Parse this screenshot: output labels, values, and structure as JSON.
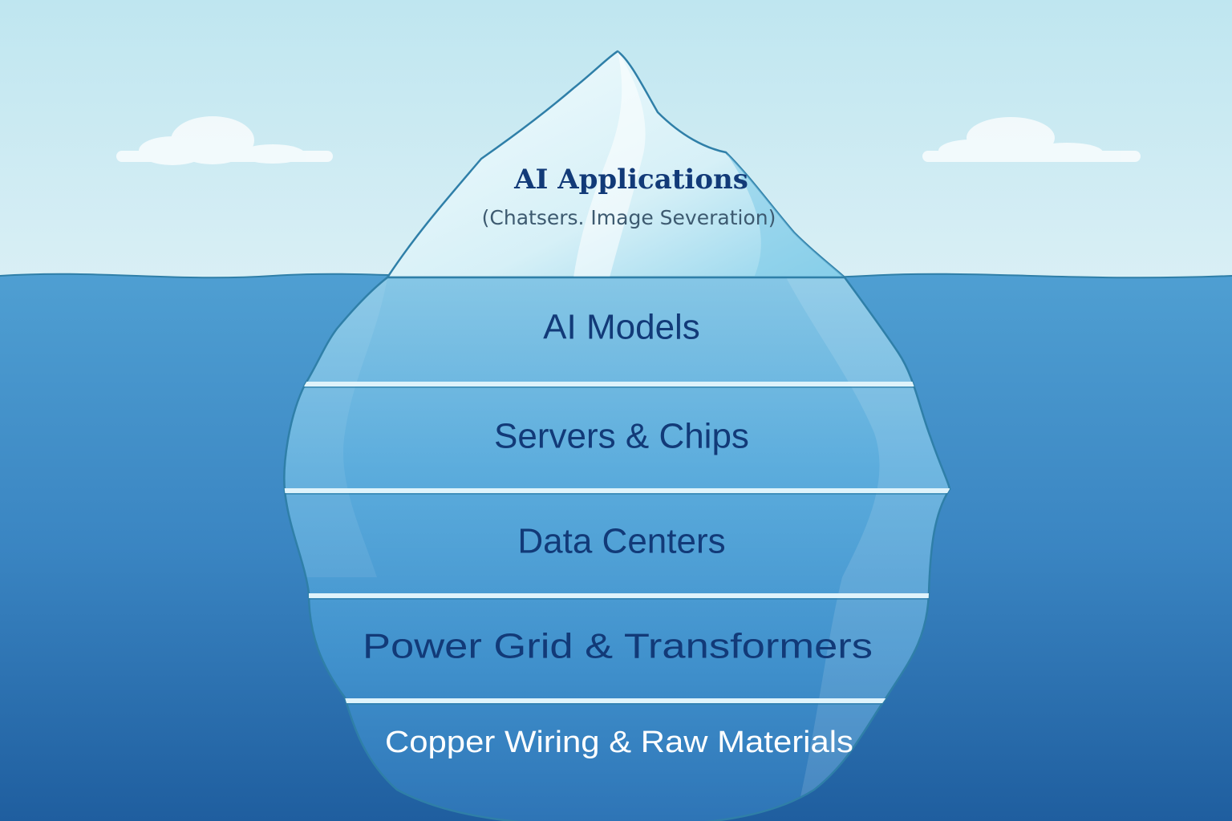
{
  "diagram": {
    "peak": {
      "title": "AI Applications",
      "subtitle": "(Chatsers. Image Severation)"
    },
    "layers": [
      {
        "label": "AI Models"
      },
      {
        "label": "Servers & Chips"
      },
      {
        "label": "Data Centers"
      },
      {
        "label": "Power Grid & Transformers"
      },
      {
        "label": "Copper Wiring & Raw Materials"
      }
    ]
  },
  "colors": {
    "sky_top": "#bfe6f0",
    "sky_bottom": "#d6eef4",
    "water_top": "#4f9fd2",
    "water_bottom": "#1f5e9f",
    "ice_tip": "#f2fbfd",
    "ice_outline": "#2f7fa8",
    "label_dark": "#123a78",
    "label_light": "#ffffff",
    "subtitle": "#3d5a70"
  }
}
